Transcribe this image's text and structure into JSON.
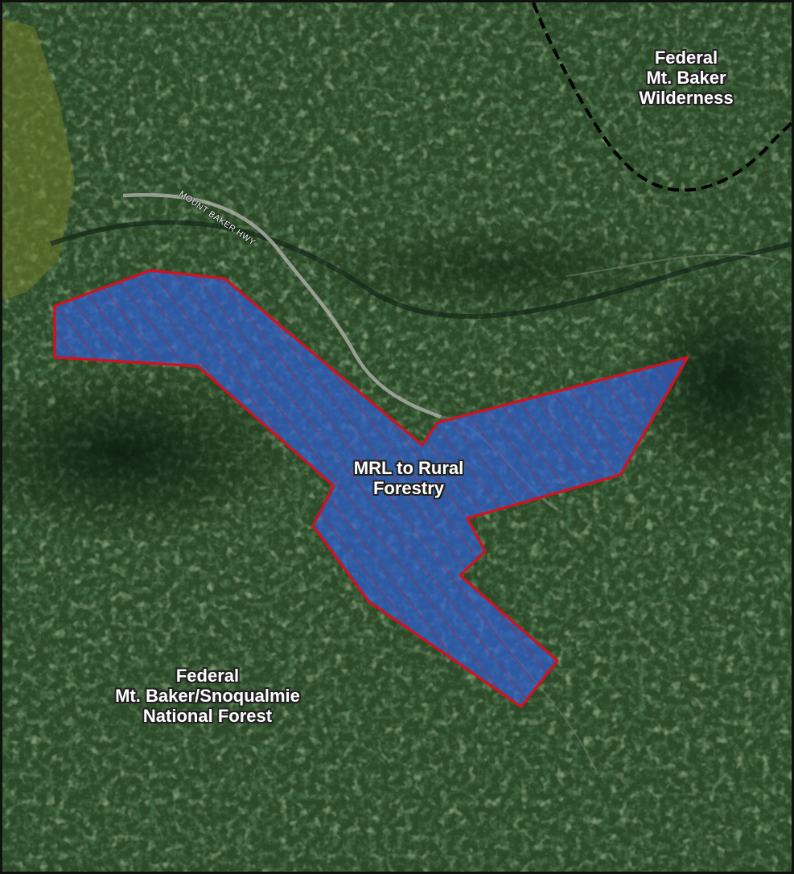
{
  "map": {
    "labels": {
      "wilderness": {
        "line1": "Federal",
        "line2": "Mt. Baker",
        "line3": "Wilderness"
      },
      "national_forest": {
        "line1": "Federal",
        "line2": "Mt. Baker/Snoqualmie",
        "line3": "National Forest"
      },
      "parcel": {
        "line1": "MRL to Rural",
        "line2": "Forestry"
      }
    },
    "road_label": "MOUNT BAKER HWY",
    "colors": {
      "forest_dark": "#16301a",
      "forest_mid": "#2c4a28",
      "forest_light": "#4a6b3a",
      "parcel_fill": "#2f5fd0",
      "parcel_outline": "#d4111d",
      "boundary_line": "#000000",
      "label_text": "#ffffff"
    }
  }
}
